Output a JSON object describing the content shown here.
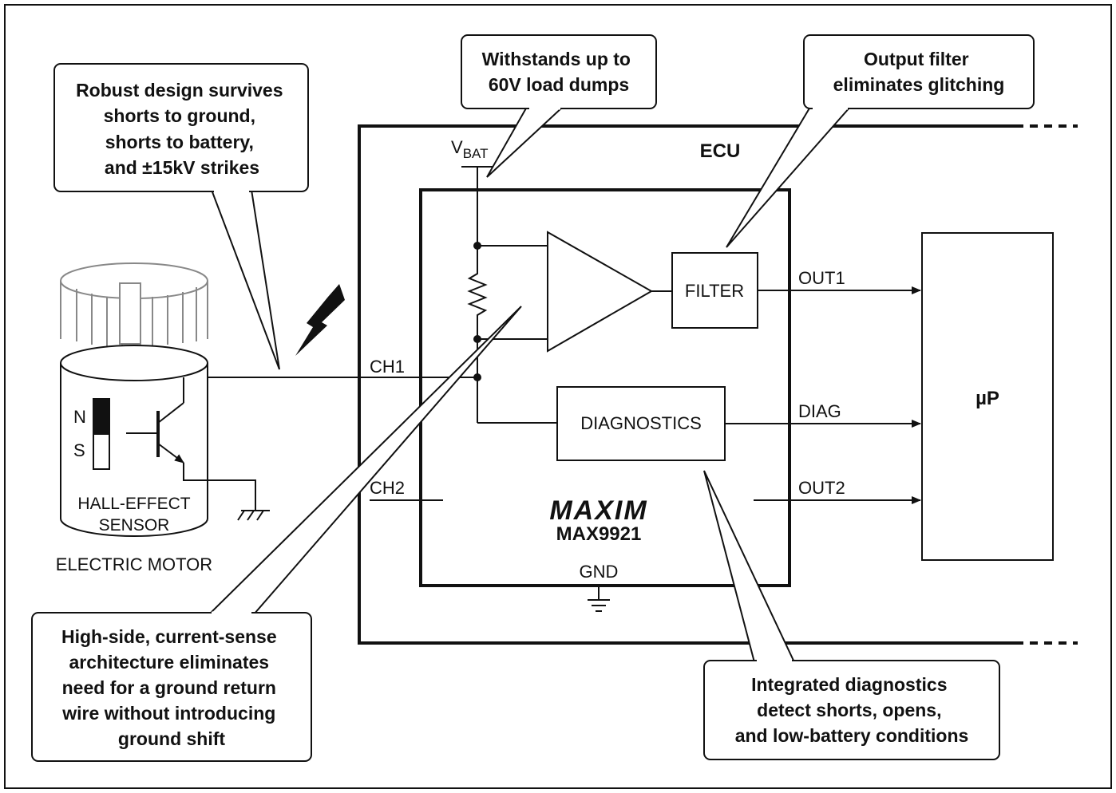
{
  "callouts": {
    "robust": [
      "Robust design survives",
      "shorts to ground,",
      "shorts to battery,",
      "and ±15kV strikes"
    ],
    "load_dump": [
      "Withstands up to",
      "60V load dumps"
    ],
    "filter": [
      "Output filter",
      "eliminates glitching"
    ],
    "high_side": [
      "High-side, current-sense",
      "architecture eliminates",
      "need for a ground return",
      "wire without introducing",
      "ground shift"
    ],
    "diagnostics": [
      "Integrated diagnostics",
      "detect shorts, opens,",
      "and low-battery conditions"
    ]
  },
  "labels": {
    "ecu": "ECU",
    "vbat_main": "V",
    "vbat_sub": "BAT",
    "filter": "FILTER",
    "diagnostics": "DIAGNOSTICS",
    "out1": "OUT1",
    "diag": "DIAG",
    "out2": "OUT2",
    "ch1": "CH1",
    "ch2": "CH2",
    "gnd": "GND",
    "up": "µP",
    "maxim_logo": "MAXIM",
    "part": "MAX9921",
    "north": "N",
    "south": "S",
    "sensor_line1": "HALL-EFFECT",
    "sensor_line2": "SENSOR",
    "motor": "ELECTRIC MOTOR"
  }
}
